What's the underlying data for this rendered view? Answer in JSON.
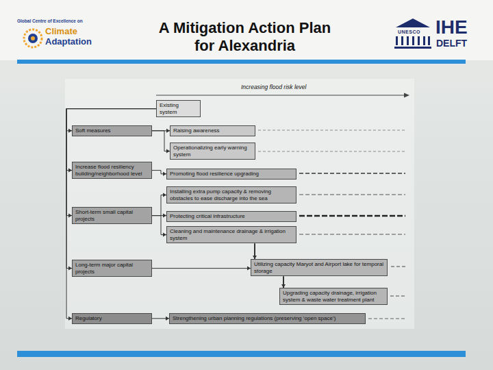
{
  "diagram": {
    "title": "A Mitigation Action Plan for Alexandria",
    "nodes": [
      {
        "text": [
          "Existing system"
        ]
      },
      {
        "text": [
          "Soft measures"
        ]
      },
      {
        "text": [
          "Raising awareness"
        ]
      },
      {
        "text": [
          "Operationalizing early warning system"
        ]
      },
      {
        "text": [
          "Increase flood resiliency building/neighborhood level"
        ]
      },
      {
        "text": [
          "Promoting flood resilience upgrading"
        ]
      },
      {
        "text": [
          "Installing extra pump capacity & removing obstacles to ease discharge into the sea"
        ]
      },
      {
        "text": [
          "Short-term small capital projects"
        ]
      },
      {
        "text": [
          "Protecting critical infrastructure"
        ]
      },
      {
        "text": [
          "Cleaning and maintenance drainage & irrigation system"
        ]
      },
      {
        "text": [
          "Long-term major capital projects"
        ]
      },
      {
        "text": [
          "Utilizing capacity  Maryot and Airport lake for temporal storage"
        ]
      },
      {
        "text": [
          "Upgrading capacity drainage, irrigation system & waste water treatment plant"
        ]
      },
      {
        "text": [
          "Regulatory"
        ]
      },
      {
        "text": [
          "Strengthening urban planning regulations (preserving ‘open space’)"
        ]
      }
    ],
    "edges": [
      {
        "from": 0,
        "to": 1,
        "arrow": "to"
      },
      {
        "from": 0,
        "to": 4,
        "arrow": "to"
      },
      {
        "from": 0,
        "to": 7,
        "arrow": "to"
      },
      {
        "from": 0,
        "to": 10,
        "arrow": "to"
      },
      {
        "from": 0,
        "to": 13,
        "arrow": "to"
      },
      {
        "from": 1,
        "to": 2,
        "arrow": "to"
      },
      {
        "from": 1,
        "to": 3,
        "arrow": "to"
      },
      {
        "from": 4,
        "to": 5,
        "arrow": "to"
      },
      {
        "from": 7,
        "to": 6,
        "arrow": "to"
      },
      {
        "from": 7,
        "to": 8,
        "arrow": "to"
      },
      {
        "from": 7,
        "to": 9,
        "arrow": "to"
      },
      {
        "from": 10,
        "to": 11,
        "arrow": "to"
      },
      {
        "from": 9,
        "to": 11,
        "arrow": "to"
      },
      {
        "from": 11,
        "to": 12,
        "arrow": "to"
      },
      {
        "from": 13,
        "to": 14,
        "arrow": "to"
      }
    ],
    "labels": [
      "Global Centre of Excellence on",
      "Climate",
      "Adaptation",
      "UNESCO",
      "IHE",
      "DELFT",
      "Increasing flood risk level"
    ]
  }
}
